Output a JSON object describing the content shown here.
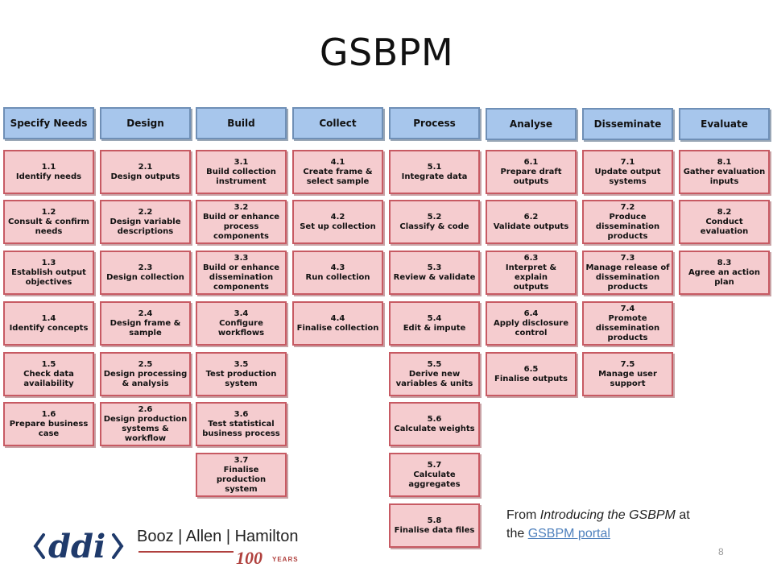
{
  "slide": {
    "title": "GSBPM",
    "page_number": "8",
    "caption": {
      "prefix": "From ",
      "italic": "Introducing the GSBPM",
      "middle": " at",
      "line2": "the ",
      "link": "GSBPM portal"
    },
    "logos": {
      "ddi": "<ddi>",
      "booz_allen": "Booz | Allen | Hamilton",
      "years_number": "100",
      "years_word": "YEARS"
    }
  },
  "colors": {
    "phase_fill": "#a7c6ec",
    "subprocess_fill": "#f5cccf",
    "subprocess_border": "#c75a63",
    "link": "#4f81bd"
  },
  "phases": [
    {
      "name": "Specify Needs",
      "items": [
        "1.1\nIdentify needs",
        "1.2\nConsult & confirm\nneeds",
        "1.3\nEstablish output\nobjectives",
        "1.4\nIdentify concepts",
        "1.5\nCheck data\navailability",
        "1.6\nPrepare business\ncase"
      ]
    },
    {
      "name": "Design",
      "items": [
        "2.1\nDesign outputs",
        "2.2\nDesign variable\ndescriptions",
        "2.3\nDesign collection",
        "2.4\nDesign frame &\nsample",
        "2.5\nDesign processing\n& analysis",
        "2.6\nDesign production\nsystems & workflow"
      ]
    },
    {
      "name": "Build",
      "items": [
        "3.1\nBuild collection\ninstrument",
        "3.2\nBuild or enhance\nprocess\ncomponents",
        "3.3\nBuild or enhance\ndissemination\ncomponents",
        "3.4\nConfigure\nworkflows",
        "3.5\nTest production\nsystem",
        "3.6\nTest statistical\nbusiness process",
        "3.7\nFinalise production\nsystem"
      ]
    },
    {
      "name": "Collect",
      "items": [
        "4.1\nCreate frame &\nselect sample",
        "4.2\nSet up collection",
        "4.3\nRun collection",
        "4.4\nFinalise collection"
      ]
    },
    {
      "name": "Process",
      "items": [
        "5.1\nIntegrate data",
        "5.2\nClassify & code",
        "5.3\nReview & validate",
        "5.4\nEdit & impute",
        "5.5\nDerive new\nvariables & units",
        "5.6\nCalculate weights",
        "5.7\nCalculate\naggregates",
        "5.8\nFinalise data files"
      ]
    },
    {
      "name": "Analyse",
      "items": [
        "6.1\nPrepare draft\noutputs",
        "6.2\nValidate outputs",
        "6.3\nInterpret & explain\noutputs",
        "6.4\nApply disclosure\ncontrol",
        "6.5\nFinalise outputs"
      ]
    },
    {
      "name": "Disseminate",
      "items": [
        "7.1\nUpdate output\nsystems",
        "7.2\nProduce\ndissemination\nproducts",
        "7.3\nManage release of\ndissemination\nproducts",
        "7.4\nPromote\ndissemination\nproducts",
        "7.5\nManage user\nsupport"
      ]
    },
    {
      "name": "Evaluate",
      "items": [
        "8.1\nGather evaluation\ninputs",
        "8.2\nConduct evaluation",
        "8.3\nAgree an action\nplan"
      ]
    }
  ]
}
